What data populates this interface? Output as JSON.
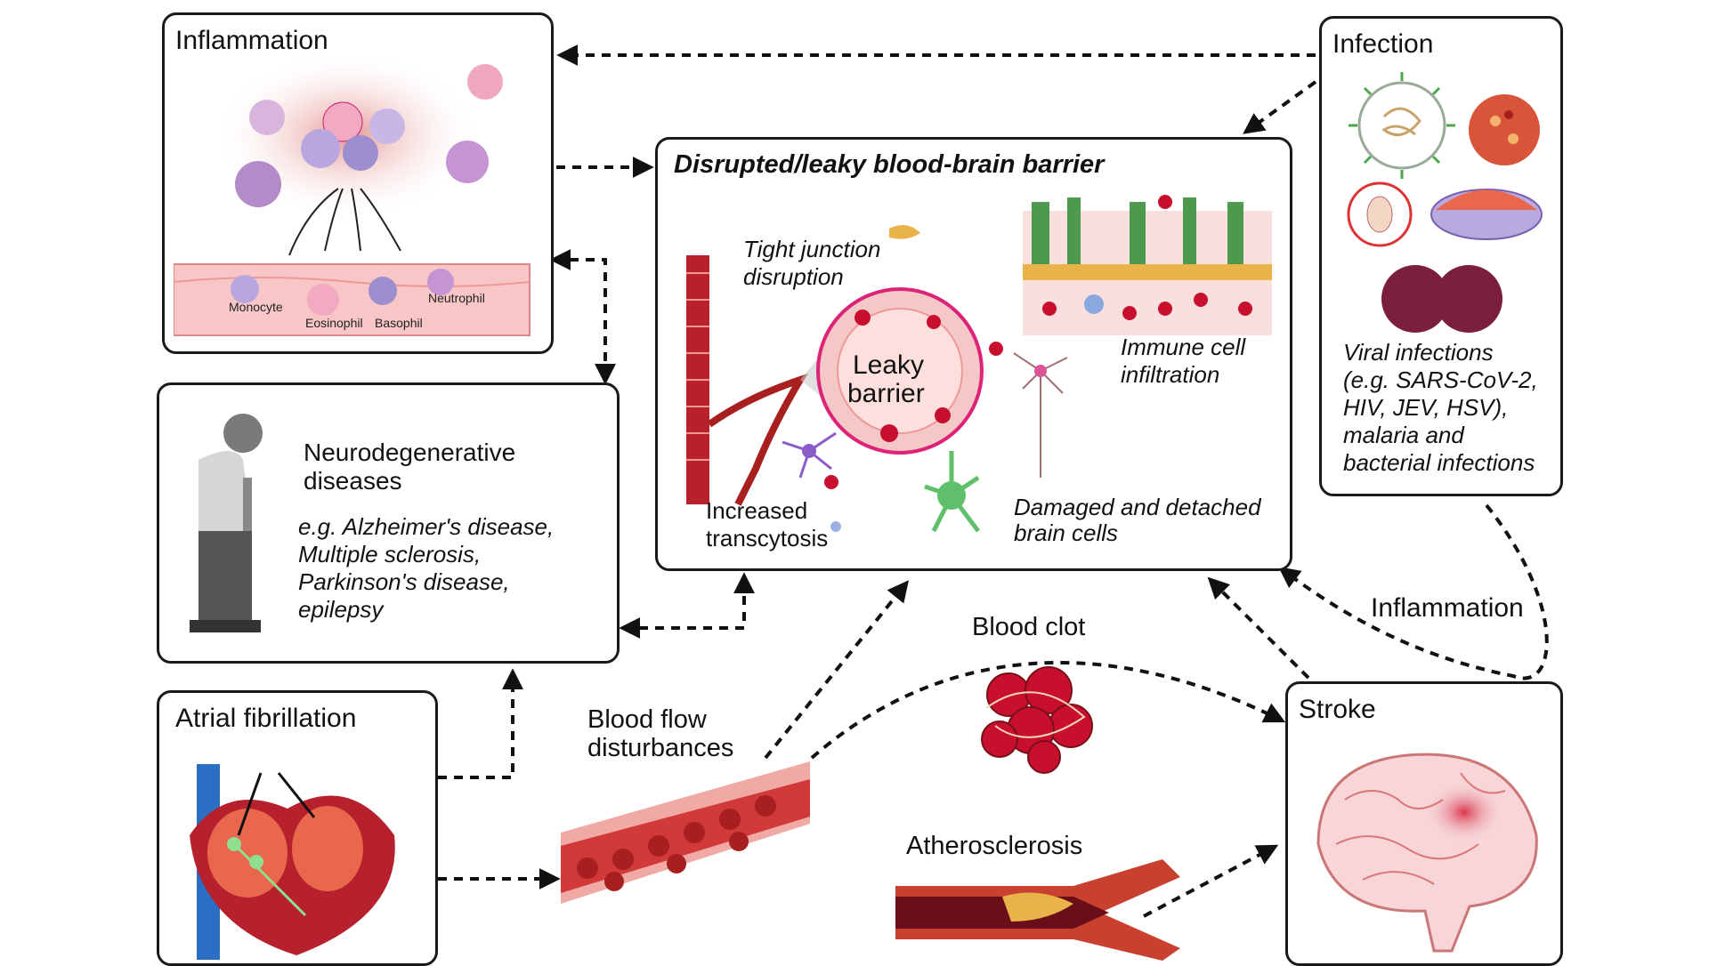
{
  "center": {
    "title": "Disrupted/leaky blood-brain barrier",
    "tight_junction_line1": "Tight  junction",
    "tight_junction_line2": "disruption",
    "leaky_line1": "Leaky",
    "leaky_line2": "barrier",
    "immune_line1": "Immune cell",
    "immune_line2": "infiltration",
    "transcytosis_line1": "Increased",
    "transcytosis_line2": "transcytosis",
    "damaged_line1": "Damaged and detached",
    "damaged_line2": "brain cells"
  },
  "inflammation": {
    "title": "Inflammation",
    "cells": [
      "Monocyte",
      "Eosinophil",
      "Basophil",
      "Neutrophil"
    ]
  },
  "infection": {
    "title": "Infection",
    "desc": [
      "Viral infections",
      "(e.g. SARS-CoV-2,",
      "HIV, JEV, HSV),",
      "malaria and",
      "bacterial infections"
    ]
  },
  "neuro": {
    "title_line1": "Neurodegenerative",
    "title_line2": "diseases",
    "desc": [
      "e.g. Alzheimer's disease,",
      "Multiple sclerosis,",
      "Parkinson's disease,",
      "epilepsy"
    ]
  },
  "atrial": {
    "title": "Atrial fibrillation"
  },
  "stroke": {
    "title": "Stroke"
  },
  "labels": {
    "blood_flow_line1": "Blood flow",
    "blood_flow_line2": "disturbances",
    "blood_clot": "Blood clot",
    "atherosclerosis": "Atherosclerosis",
    "inflammation_arrow": "Inflammation"
  },
  "colors": {
    "border": "#1a1a1a",
    "blood_red": "#c8102e",
    "vessel_pink": "#f4b6b8",
    "neuron_green": "#5fbf6a",
    "virus_green": "#4ca64c"
  }
}
